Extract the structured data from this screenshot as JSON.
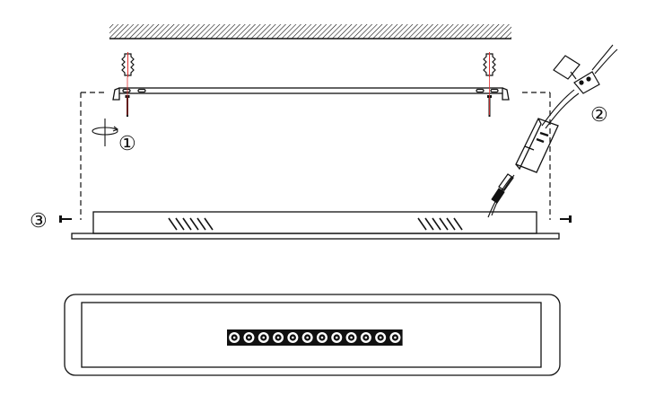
{
  "steps": [
    {
      "number": "1",
      "symbol": "①"
    },
    {
      "number": "2",
      "symbol": "②"
    },
    {
      "number": "3",
      "symbol": "③"
    }
  ],
  "led_count": 12,
  "icons": {
    "rotate": "rotate-screwdriver-icon",
    "anchor": "wall-anchor-icon",
    "screw": "screw-icon",
    "driver": "led-driver-icon",
    "junction": "junction-box-icon"
  },
  "colors": {
    "line": "#111111",
    "anchor_center": "#e03030",
    "background": "#ffffff"
  }
}
